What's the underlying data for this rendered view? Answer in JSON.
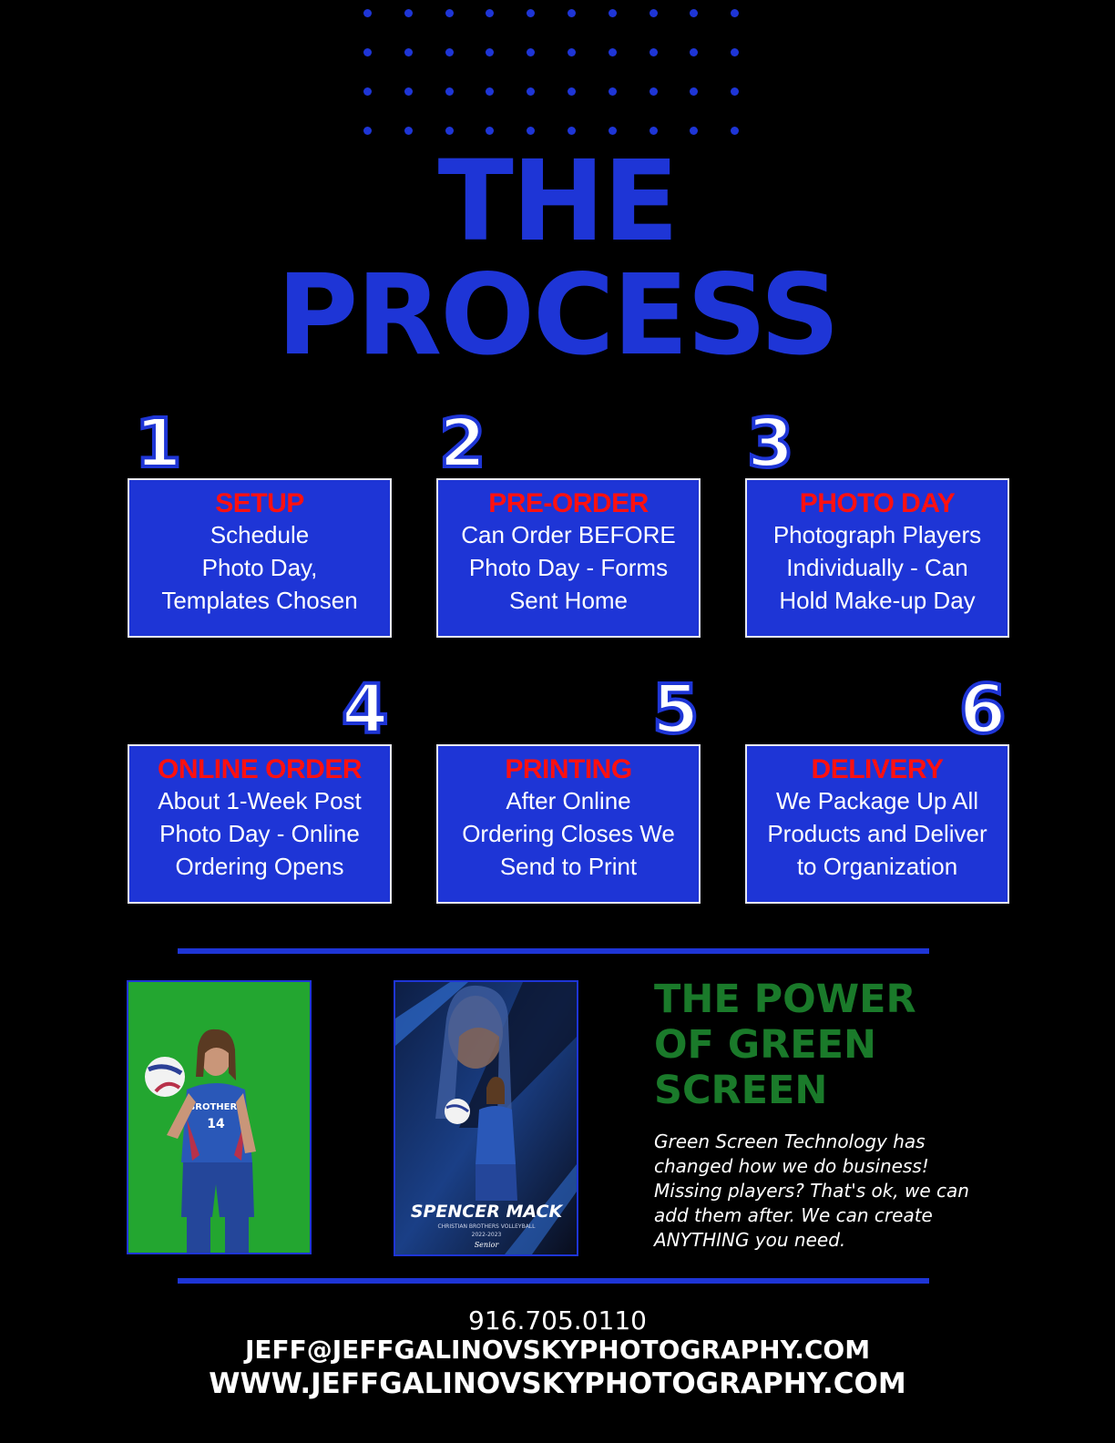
{
  "colors": {
    "accent_blue": "#1e35d6",
    "step_heading_red": "#ff1010",
    "green_heading": "#1a7a2a",
    "background": "#000000"
  },
  "title": {
    "line1": "THE",
    "line2": "PROCESS"
  },
  "steps": [
    {
      "number": "1",
      "heading": "SETUP",
      "lines": [
        "Schedule",
        "Photo Day,",
        "Templates Chosen"
      ]
    },
    {
      "number": "2",
      "heading": "PRE-ORDER",
      "lines": [
        "Can Order BEFORE",
        "Photo Day - Forms",
        "Sent Home"
      ]
    },
    {
      "number": "3",
      "heading": "PHOTO DAY",
      "lines": [
        "Photograph Players",
        "Individually - Can",
        "Hold Make-up Day"
      ]
    },
    {
      "number": "4",
      "heading": "ONLINE ORDER",
      "lines": [
        "About 1-Week Post",
        "Photo Day - Online",
        "Ordering Opens"
      ]
    },
    {
      "number": "5",
      "heading": "PRINTING",
      "lines": [
        "After Online",
        "Ordering Closes We",
        "Send to Print"
      ]
    },
    {
      "number": "6",
      "heading": "DELIVERY",
      "lines": [
        "We Package Up All",
        "Products and Deliver",
        "to Organization"
      ]
    }
  ],
  "green_screen": {
    "title_lines": [
      "THE POWER",
      "OF GREEN",
      "SCREEN"
    ],
    "body_lines": [
      "Green Screen Technology has",
      "changed how  we  do  business!",
      "Missing  players? That's ok, we can",
      "add them after. We can create",
      "ANYTHING you need."
    ],
    "card_name": "SPENCER MACK",
    "card_sub": "CHRISTIAN BROTHERS VOLLEYBALL",
    "card_year": "2022-2023",
    "card_class": "Senior",
    "jersey_text": "BROTHERS",
    "jersey_number": "14"
  },
  "contact": {
    "phone": "916.705.0110",
    "email": "JEFF@JEFFGALINOVSKYPHOTOGRAPHY.COM",
    "website": "WWW.JEFFGALINOVSKYPHOTOGRAPHY.COM"
  }
}
